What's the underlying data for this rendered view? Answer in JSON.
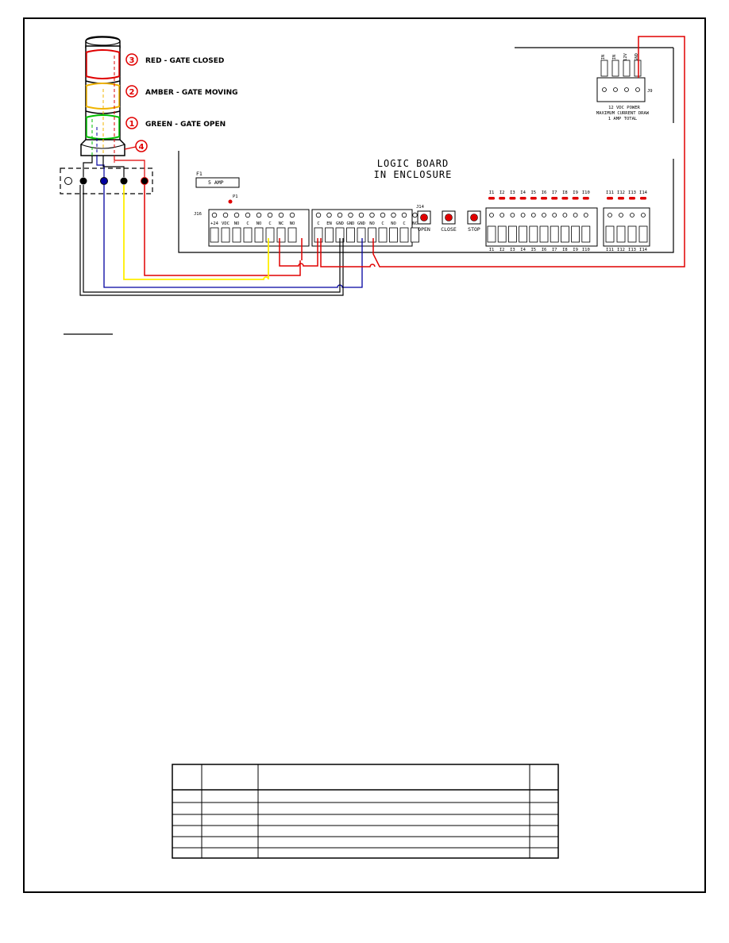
{
  "tower": {
    "lights": [
      {
        "number": "3",
        "label": "RED - GATE CLOSED",
        "color": "#e00000"
      },
      {
        "number": "2",
        "label": "AMBER - GATE MOVING",
        "color": "#f0b400"
      },
      {
        "number": "1",
        "label": "GREEN -   GATE OPEN",
        "color": "#00c000"
      }
    ],
    "base_number": "4"
  },
  "logic_board": {
    "title_line1": "LOGIC BOARD",
    "title_line2": "IN ENCLOSURE",
    "fuse_ref": "F1",
    "fuse_label": "5 AMP",
    "p1_label": "P1",
    "j16_label": "J16",
    "j16_terms": [
      "+24",
      "VDC",
      "NO",
      "C",
      "NO",
      "C",
      "NC",
      "NO"
    ],
    "mid_terms": [
      "C",
      "EN",
      "GND",
      "GND",
      "GND",
      "NO",
      "C",
      "NO",
      "C",
      "NC"
    ],
    "j14_label": "J14",
    "buttons": [
      "OPEN",
      "CLOSE",
      "STOP"
    ],
    "input_leds": [
      "I1",
      "I2",
      "I3",
      "I4",
      "I5",
      "I6",
      "I7",
      "I8",
      "I9",
      "I10"
    ],
    "input_leds2": [
      "I11",
      "I12",
      "I13",
      "I14"
    ],
    "j9_label": "J9",
    "j9_terms": [
      "IN",
      "IN",
      "12V",
      "GND"
    ],
    "power_note": [
      "12 VDC POWER",
      "MAXIMUM CURRENT DRAW",
      "1 AMP TOTAL"
    ]
  },
  "colors": {
    "red": "#e00000",
    "amber": "#f0b400",
    "yellow": "#ffee00",
    "green": "#00c000",
    "blue": "#0000a0",
    "black": "#000000"
  }
}
